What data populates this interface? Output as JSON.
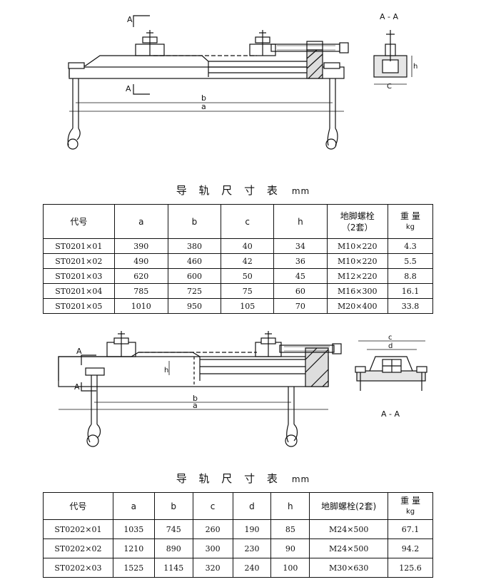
{
  "drawing1": {
    "labels": {
      "a": "a",
      "b": "b",
      "c": "C",
      "h": "h",
      "section_mark": "A",
      "section_title": "A - A"
    }
  },
  "table1": {
    "title": "导 轨 尺 寸 表",
    "unit": "mm",
    "headers": {
      "code": "代号",
      "a": "a",
      "b": "b",
      "c": "c",
      "h": "h",
      "bolt": "地脚螺栓",
      "bolt_sub": "（2套）",
      "weight": "重 量",
      "weight_unit": "kg"
    },
    "rows": [
      {
        "code": "ST0201×01",
        "a": "390",
        "b": "380",
        "c": "40",
        "h": "34",
        "bolt": "M10×220",
        "weight": "4.3"
      },
      {
        "code": "ST0201×02",
        "a": "490",
        "b": "460",
        "c": "42",
        "h": "36",
        "bolt": "M10×220",
        "weight": "5.5"
      },
      {
        "code": "ST0201×03",
        "a": "620",
        "b": "600",
        "c": "50",
        "h": "45",
        "bolt": "M12×220",
        "weight": "8.8"
      },
      {
        "code": "ST0201×04",
        "a": "785",
        "b": "725",
        "c": "75",
        "h": "60",
        "bolt": "M16×300",
        "weight": "16.1"
      },
      {
        "code": "ST0201×05",
        "a": "1010",
        "b": "950",
        "c": "105",
        "h": "70",
        "bolt": "M20×400",
        "weight": "33.8"
      }
    ]
  },
  "drawing2": {
    "labels": {
      "a": "a",
      "b": "b",
      "c": "c",
      "d": "d",
      "h": "h",
      "section_mark": "A",
      "section_title": "A - A"
    }
  },
  "table2": {
    "title": "导 轨 尺 寸 表",
    "unit": "mm",
    "headers": {
      "code": "代号",
      "a": "a",
      "b": "b",
      "c": "c",
      "d": "d",
      "h": "h",
      "bolt": "地脚螺栓(2套)",
      "weight": "重 量",
      "weight_unit": "kg"
    },
    "rows": [
      {
        "code": "ST0202×01",
        "a": "1035",
        "b": "745",
        "c": "260",
        "d": "190",
        "h": "85",
        "bolt": "M24×500",
        "weight": "67.1"
      },
      {
        "code": "ST0202×02",
        "a": "1210",
        "b": "890",
        "c": "300",
        "d": "230",
        "h": "90",
        "bolt": "M24×500",
        "weight": "94.2"
      },
      {
        "code": "ST0202×03",
        "a": "1525",
        "b": "1145",
        "c": "320",
        "d": "240",
        "h": "100",
        "bolt": "M30×630",
        "weight": "125.6"
      }
    ]
  }
}
